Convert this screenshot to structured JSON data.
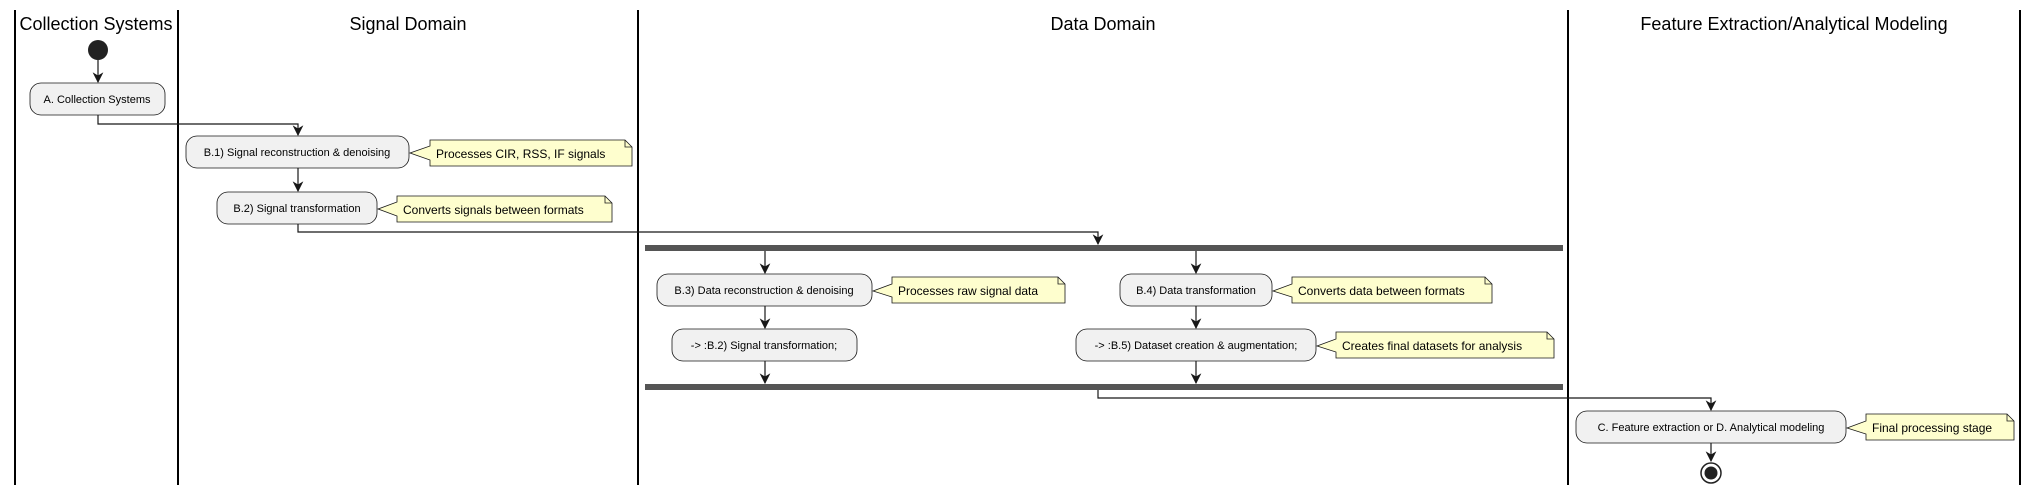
{
  "lanes": [
    {
      "title": "Collection Systems"
    },
    {
      "title": "Signal Domain"
    },
    {
      "title": "Data Domain"
    },
    {
      "title": "Feature Extraction/Analytical Modeling"
    }
  ],
  "activities": {
    "collection": "A. Collection Systems",
    "b1": "B.1) Signal reconstruction & denoising",
    "b2": "B.2) Signal transformation",
    "b3": "B.3) Data reconstruction & denoising",
    "b3_next": "-> :B.2) Signal transformation;",
    "b4": "B.4) Data transformation",
    "b5": "-> :B.5) Dataset creation & augmentation;",
    "final": "C. Feature extraction or D. Analytical modeling"
  },
  "notes": {
    "b1": "Processes CIR, RSS, IF signals",
    "b2": "Converts signals between formats",
    "b3": "Processes raw signal data",
    "b4": "Converts data between formats",
    "b5": "Creates final datasets for analysis",
    "final": "Final processing stage"
  },
  "colors": {
    "activity_fill": "#f1f1f1",
    "note_fill": "#fefece",
    "line": "#181818",
    "fork_bar": "#555555"
  }
}
